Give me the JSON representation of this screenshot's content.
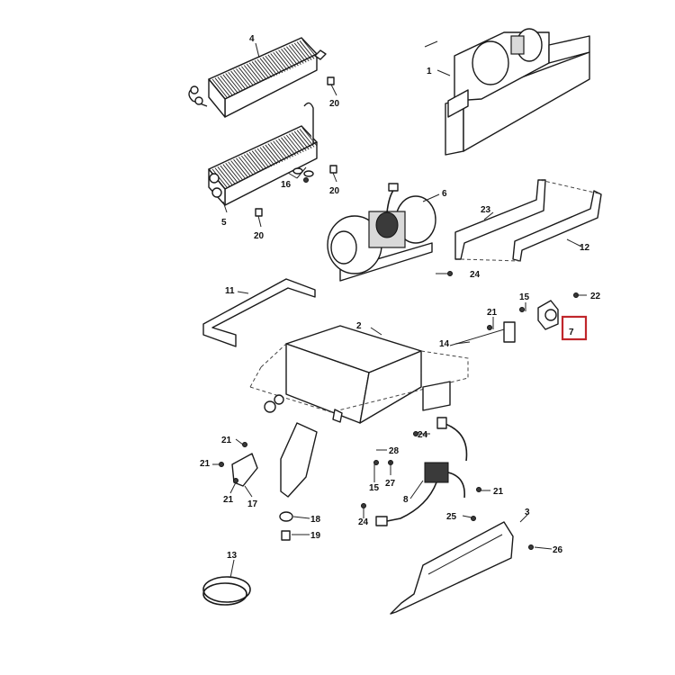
{
  "callouts": {
    "c1": "1",
    "c2": "2",
    "c3": "3",
    "c4": "4",
    "c5": "5",
    "c6": "6",
    "c7": "7",
    "c8": "8",
    "c11": "11",
    "c12": "12",
    "c13": "13",
    "c14": "14",
    "c15a": "15",
    "c15b": "15",
    "c16": "16",
    "c17": "17",
    "c18": "18",
    "c19": "19",
    "c20a": "20",
    "c20b": "20",
    "c20c": "20",
    "c21a": "21",
    "c21b": "21",
    "c21c": "21",
    "c21d": "21",
    "c21e": "21",
    "c22": "22",
    "c23": "23",
    "c24a": "24",
    "c24b": "24",
    "c24c": "24",
    "c25": "25",
    "c26": "26",
    "c27": "27",
    "c28": "28"
  },
  "highlight": {
    "color": "#c0262b",
    "callout": "7"
  }
}
